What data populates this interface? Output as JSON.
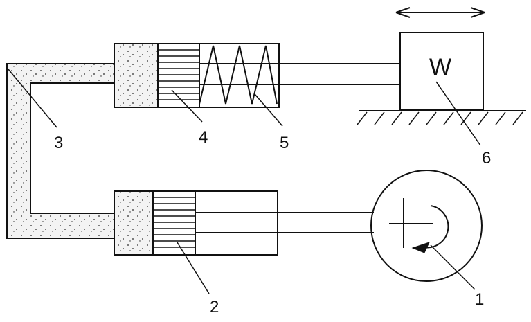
{
  "diagram": {
    "labels": {
      "crank": "1",
      "lower_piston": "2",
      "pipe": "3",
      "upper_piston": "4",
      "spring": "5",
      "load_block": "6"
    },
    "load_text": "W"
  },
  "colors": {
    "ink": "#111111",
    "fluid": "#f3f3f3",
    "background": "#ffffff"
  }
}
